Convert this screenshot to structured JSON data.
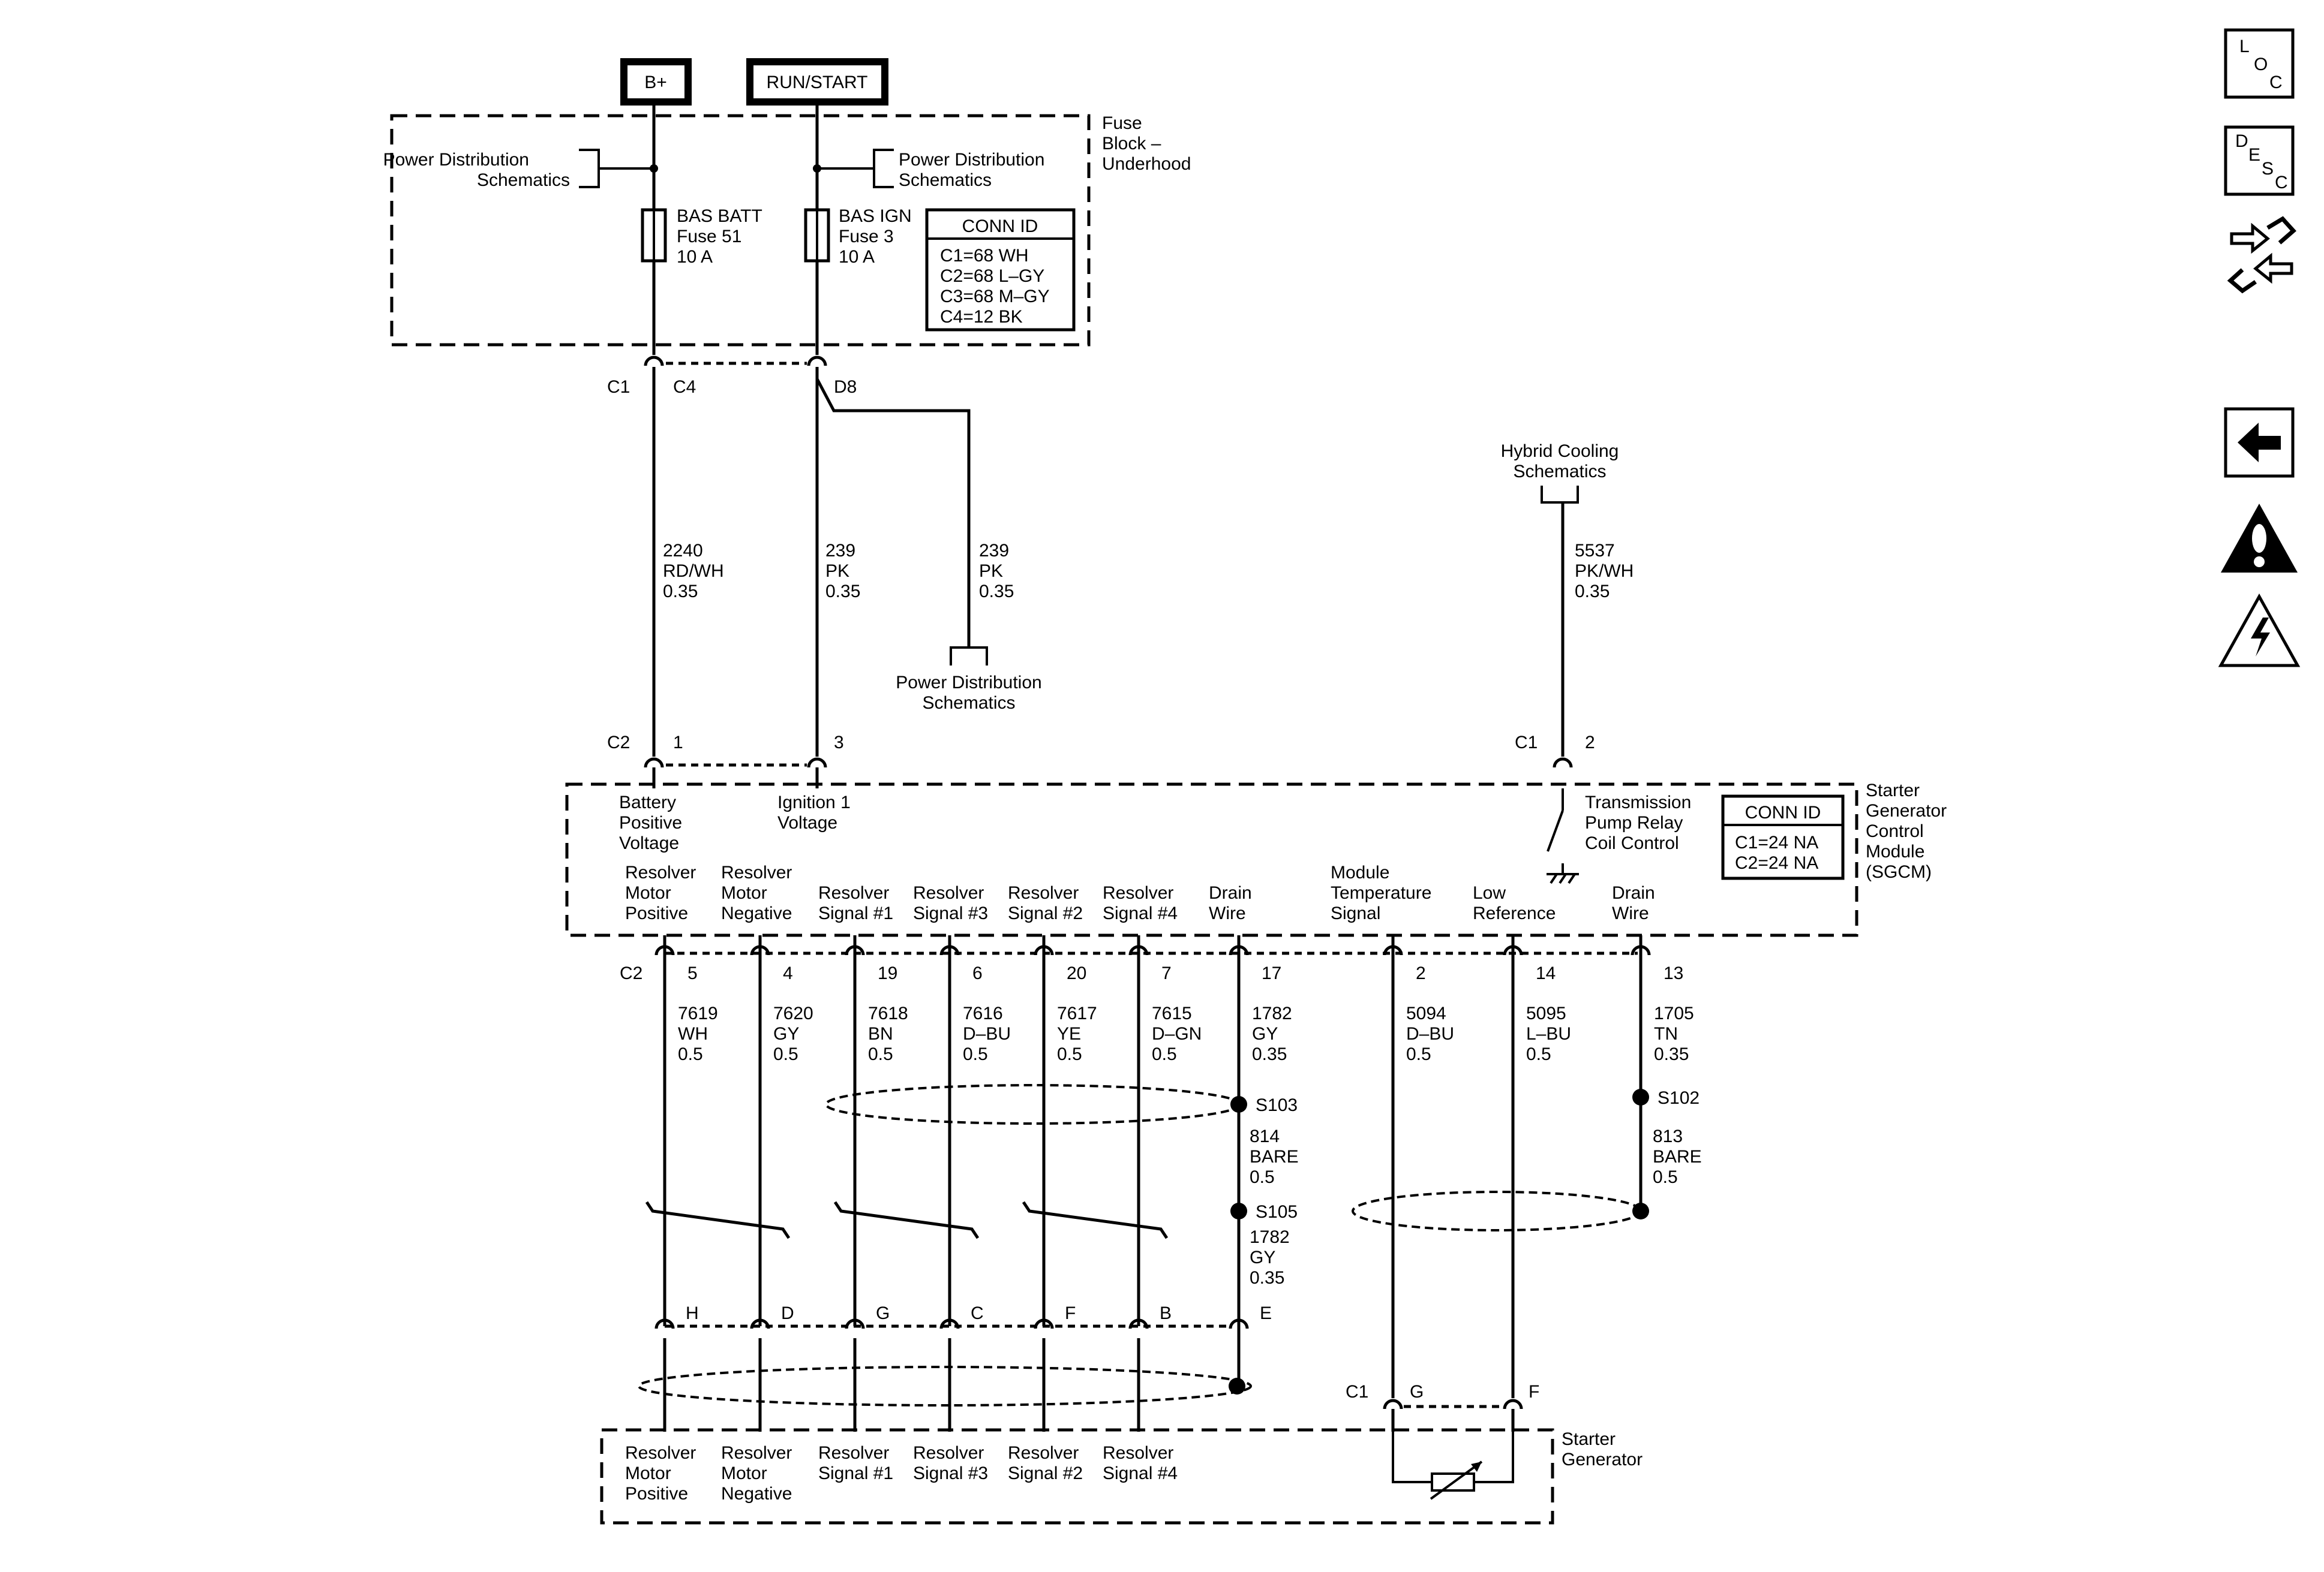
{
  "supplies": {
    "bplus": "B+",
    "run_start": "RUN/START"
  },
  "fuse_block": {
    "title": [
      "Fuse",
      "Block –",
      "Underhood"
    ],
    "power_dist_left": [
      "Power Distribution",
      "Schematics"
    ],
    "power_dist_right": [
      "Power Distribution",
      "Schematics"
    ],
    "fuse1": [
      "BAS BATT",
      "Fuse 51",
      "10 A"
    ],
    "fuse2": [
      "BAS IGN",
      "Fuse 3",
      "10 A"
    ],
    "conn_id": {
      "title": "CONN ID",
      "lines": [
        "C1=68 WH",
        "C2=68 L–GY",
        "C3=68 M–GY",
        "C4=12 BK"
      ]
    },
    "conn_labels": {
      "c1": "C1",
      "c4": "C4",
      "d8": "D8"
    }
  },
  "wires_top": {
    "w2240": [
      "2240",
      "RD/WH",
      "0.35"
    ],
    "w239a": [
      "239",
      "PK",
      "0.35"
    ],
    "w239b": [
      "239",
      "PK",
      "0.35"
    ],
    "w5537": [
      "5537",
      "PK/WH",
      "0.35"
    ]
  },
  "power_dist_bottom": [
    "Power Distribution",
    "Schematics"
  ],
  "hybrid_cooling": [
    "Hybrid Cooling",
    "Schematics"
  ],
  "sgcm": {
    "title": [
      "Starter",
      "Generator",
      "Control",
      "Module",
      "(SGCM)"
    ],
    "conn_id": {
      "title": "CONN ID",
      "lines": [
        "C1=24 NA",
        "C2=24 NA"
      ]
    },
    "top_conn": {
      "c2": "C2",
      "pin1": "1",
      "pin3": "3",
      "c1": "C1",
      "pin2": "2"
    },
    "labels": {
      "batt": [
        "Battery",
        "Positive",
        "Voltage"
      ],
      "ign": [
        "Ignition 1",
        "Voltage"
      ],
      "pump": [
        "Transmission",
        "Pump Relay",
        "Coil Control"
      ],
      "rmp": [
        "Resolver",
        "Motor",
        "Positive"
      ],
      "rmn": [
        "Resolver",
        "Motor",
        "Negative"
      ],
      "rs1": [
        "Resolver",
        "Signal #1"
      ],
      "rs3": [
        "Resolver",
        "Signal #3"
      ],
      "rs2": [
        "Resolver",
        "Signal #2"
      ],
      "rs4": [
        "Resolver",
        "Signal #4"
      ],
      "drain1": [
        "Drain",
        "Wire"
      ],
      "mts": [
        "Module",
        "Temperature",
        "Signal"
      ],
      "lowref": [
        "Low",
        "Reference"
      ],
      "drain2": [
        "Drain",
        "Wire"
      ]
    },
    "bottom_conn": {
      "c2": "C2",
      "pins": [
        "5",
        "4",
        "19",
        "6",
        "20",
        "7",
        "17",
        "2",
        "14",
        "13"
      ]
    }
  },
  "wires_bottom": [
    [
      "7619",
      "WH",
      "0.5"
    ],
    [
      "7620",
      "GY",
      "0.5"
    ],
    [
      "7618",
      "BN",
      "0.5"
    ],
    [
      "7616",
      "D–BU",
      "0.5"
    ],
    [
      "7617",
      "YE",
      "0.5"
    ],
    [
      "7615",
      "D–GN",
      "0.5"
    ],
    [
      "1782",
      "GY",
      "0.35"
    ],
    [
      "5094",
      "D–BU",
      "0.5"
    ],
    [
      "5095",
      "L–BU",
      "0.5"
    ],
    [
      "1705",
      "TN",
      "0.35"
    ]
  ],
  "splices": {
    "s103": "S103",
    "w814": [
      "814",
      "BARE",
      "0.5"
    ],
    "s105": "S105",
    "w1782b": [
      "1782",
      "GY",
      "0.35"
    ],
    "s102": "S102",
    "w813": [
      "813",
      "BARE",
      "0.5"
    ]
  },
  "gen_conn": {
    "pins": [
      "H",
      "D",
      "G",
      "C",
      "F",
      "B",
      "E"
    ],
    "c1": "C1",
    "g": "G",
    "f": "F"
  },
  "starter_generator": {
    "title": [
      "Starter",
      "Generator"
    ],
    "labels": {
      "rmp": [
        "Resolver",
        "Motor",
        "Positive"
      ],
      "rmn": [
        "Resolver",
        "Motor",
        "Negative"
      ],
      "rs1": [
        "Resolver",
        "Signal #1"
      ],
      "rs3": [
        "Resolver",
        "Signal #3"
      ],
      "rs2": [
        "Resolver",
        "Signal #2"
      ],
      "rs4": [
        "Resolver",
        "Signal #4"
      ]
    }
  },
  "sidebar": {
    "loc": [
      "L",
      "O",
      "C"
    ],
    "desc": [
      "D",
      "E",
      "S",
      "C"
    ],
    "icons": [
      "loc-icon",
      "desc-icon",
      "connector-swap-icon",
      "back-arrow-icon",
      "caution-icon",
      "high-voltage-icon"
    ]
  }
}
